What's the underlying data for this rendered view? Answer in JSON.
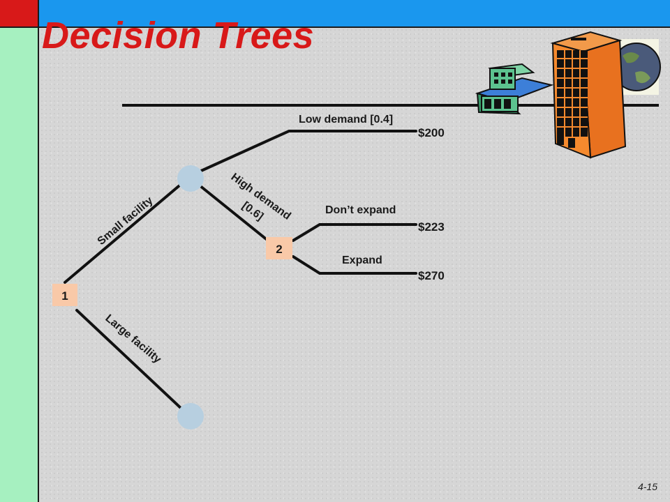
{
  "slide": {
    "title": "Decision Trees",
    "page_number": "4-15"
  },
  "tree": {
    "decision_nodes": [
      "1",
      "2"
    ],
    "branches": {
      "small": "Small facility",
      "large": "Large facility",
      "low": "Low demand [0.4]",
      "high_line1": "High demand",
      "high_line2": "[0.6]",
      "dont_expand": "Don’t expand",
      "expand": "Expand"
    },
    "payoffs": {
      "low": "$200",
      "dont_expand": "$223",
      "expand": "$270"
    }
  },
  "colors": {
    "title": "#d81919",
    "decision_box": "#f9c9a8",
    "chance_node": "#b7cfe0",
    "left_bar": "#a6f0c0",
    "top_bar": "#1a97ee",
    "top_left_block": "#d81919"
  }
}
